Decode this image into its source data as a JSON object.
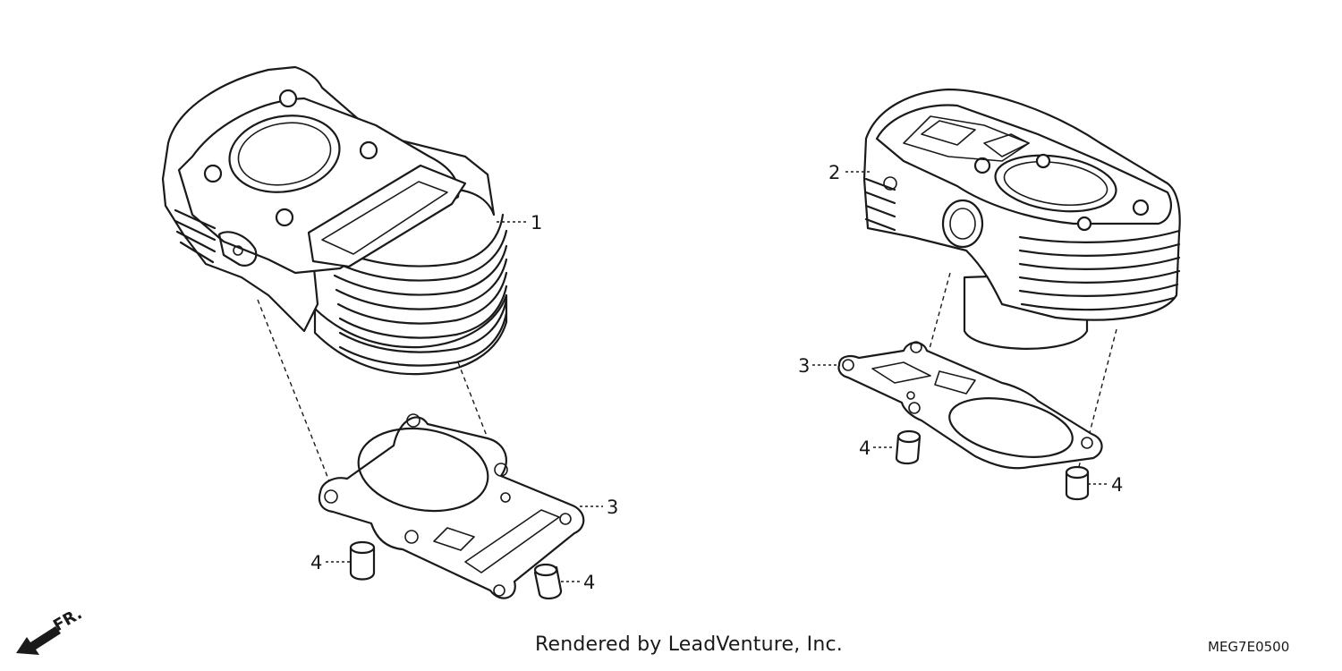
{
  "callouts": {
    "left_cylinder": "1",
    "right_cylinder": "2",
    "left_gasket": "3",
    "right_gasket": "3",
    "left_dowel_a": "4",
    "left_dowel_b": "4",
    "right_dowel_a": "4",
    "right_dowel_b": "4"
  },
  "front_marker": "FR.",
  "credit": "Rendered by LeadVenture, Inc.",
  "diagram_code": "MEG7E0500"
}
